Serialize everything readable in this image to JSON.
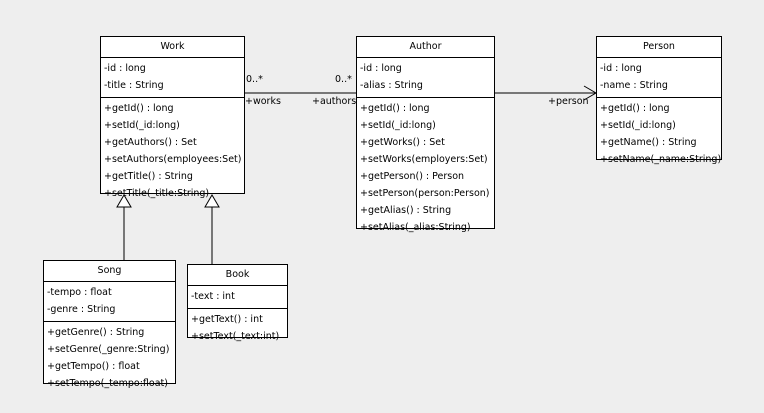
{
  "classes": {
    "work": {
      "name": "Work",
      "attributes": [
        "-id : long",
        "-title : String"
      ],
      "operations": [
        "+getId() : long",
        "+setId(_id:long)",
        "+getAuthors() : Set",
        "+setAuthors(employees:Set)",
        "+getTitle() : String",
        "+setTitle(_title:String)"
      ]
    },
    "author": {
      "name": "Author",
      "attributes": [
        "-id : long",
        "-alias : String"
      ],
      "operations": [
        "+getId() : long",
        "+setId(_id:long)",
        "+getWorks() : Set",
        "+setWorks(employers:Set)",
        "+getPerson() : Person",
        "+setPerson(person:Person)",
        "+getAlias() : String",
        "+setAlias(_alias:String)"
      ]
    },
    "person": {
      "name": "Person",
      "attributes": [
        "-id : long",
        "-name : String"
      ],
      "operations": [
        "+getId() : long",
        "+setId(_id:long)",
        "+getName() : String",
        "+setName(_name:String)"
      ]
    },
    "song": {
      "name": "Song",
      "attributes": [
        "-tempo : float",
        "-genre : String"
      ],
      "operations": [
        "+getGenre() : String",
        "+setGenre(_genre:String)",
        "+getTempo() : float",
        "+setTempo(_tempo:float)"
      ]
    },
    "book": {
      "name": "Book",
      "attributes": [
        "-text : int"
      ],
      "operations": [
        "+getText() : int",
        "+setText(_text:int)"
      ]
    }
  },
  "associations": {
    "work_author": {
      "work_multiplicity": "0..*",
      "work_role": "+works",
      "author_multiplicity": "0..*",
      "author_role": "+authors"
    },
    "author_person": {
      "person_role": "+person"
    }
  },
  "colors": {
    "background": "#eeeeee",
    "box_fill": "#ffffff",
    "line": "#000000"
  }
}
